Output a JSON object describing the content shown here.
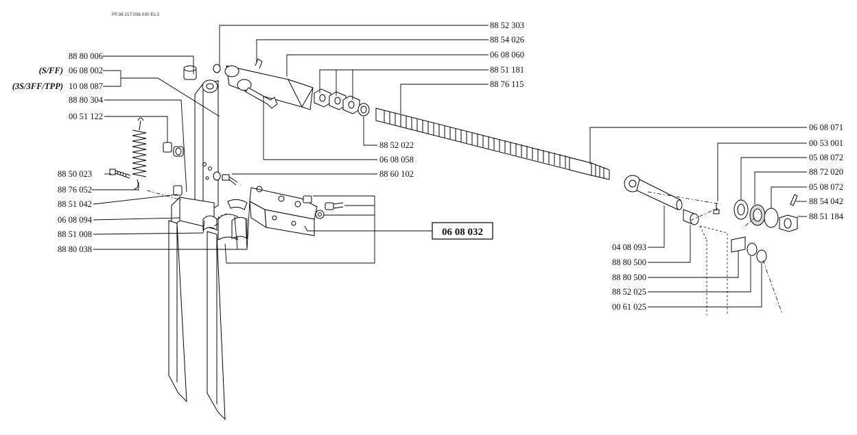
{
  "header": {
    "code": "PF.36    217.006.030 Ec.2"
  },
  "parts_left": {
    "p1": "88 80 006",
    "p2_prefix": "(S/FF)",
    "p2": "06 08 002",
    "p3_prefix": "(3S/3FF/TPP)",
    "p3": "10 08 087",
    "p4": "88 80 304",
    "p5": "00 51 122",
    "p6": "88 50 023",
    "p7": "88 76 052",
    "p8": "88 51 042",
    "p9": "06 08 094",
    "p10": "88 51 008",
    "p11": "88 80 038"
  },
  "parts_top": {
    "p1": "88 52 303",
    "p2": "88 54 026",
    "p3": "06 08 060",
    "p4": "88 51 181",
    "p5": "88 76 115",
    "p6": "88 52 022",
    "p7": "06 08 058",
    "p8": "88 60 102"
  },
  "assembly_box": {
    "label": "06 08 032"
  },
  "parts_right": {
    "p1": "06 08 071",
    "p2": "00 53 001",
    "p3": "05 08 072",
    "p4": "88 72 020",
    "p5": "05 08 072",
    "p6": "88 54 042",
    "p7": "88 51 184"
  },
  "parts_bottom_right": {
    "p1": "04 08 093",
    "p2": "88 80 500",
    "p3": "88 80 500",
    "p4": "88 52 025",
    "p5": "00 61 025"
  }
}
